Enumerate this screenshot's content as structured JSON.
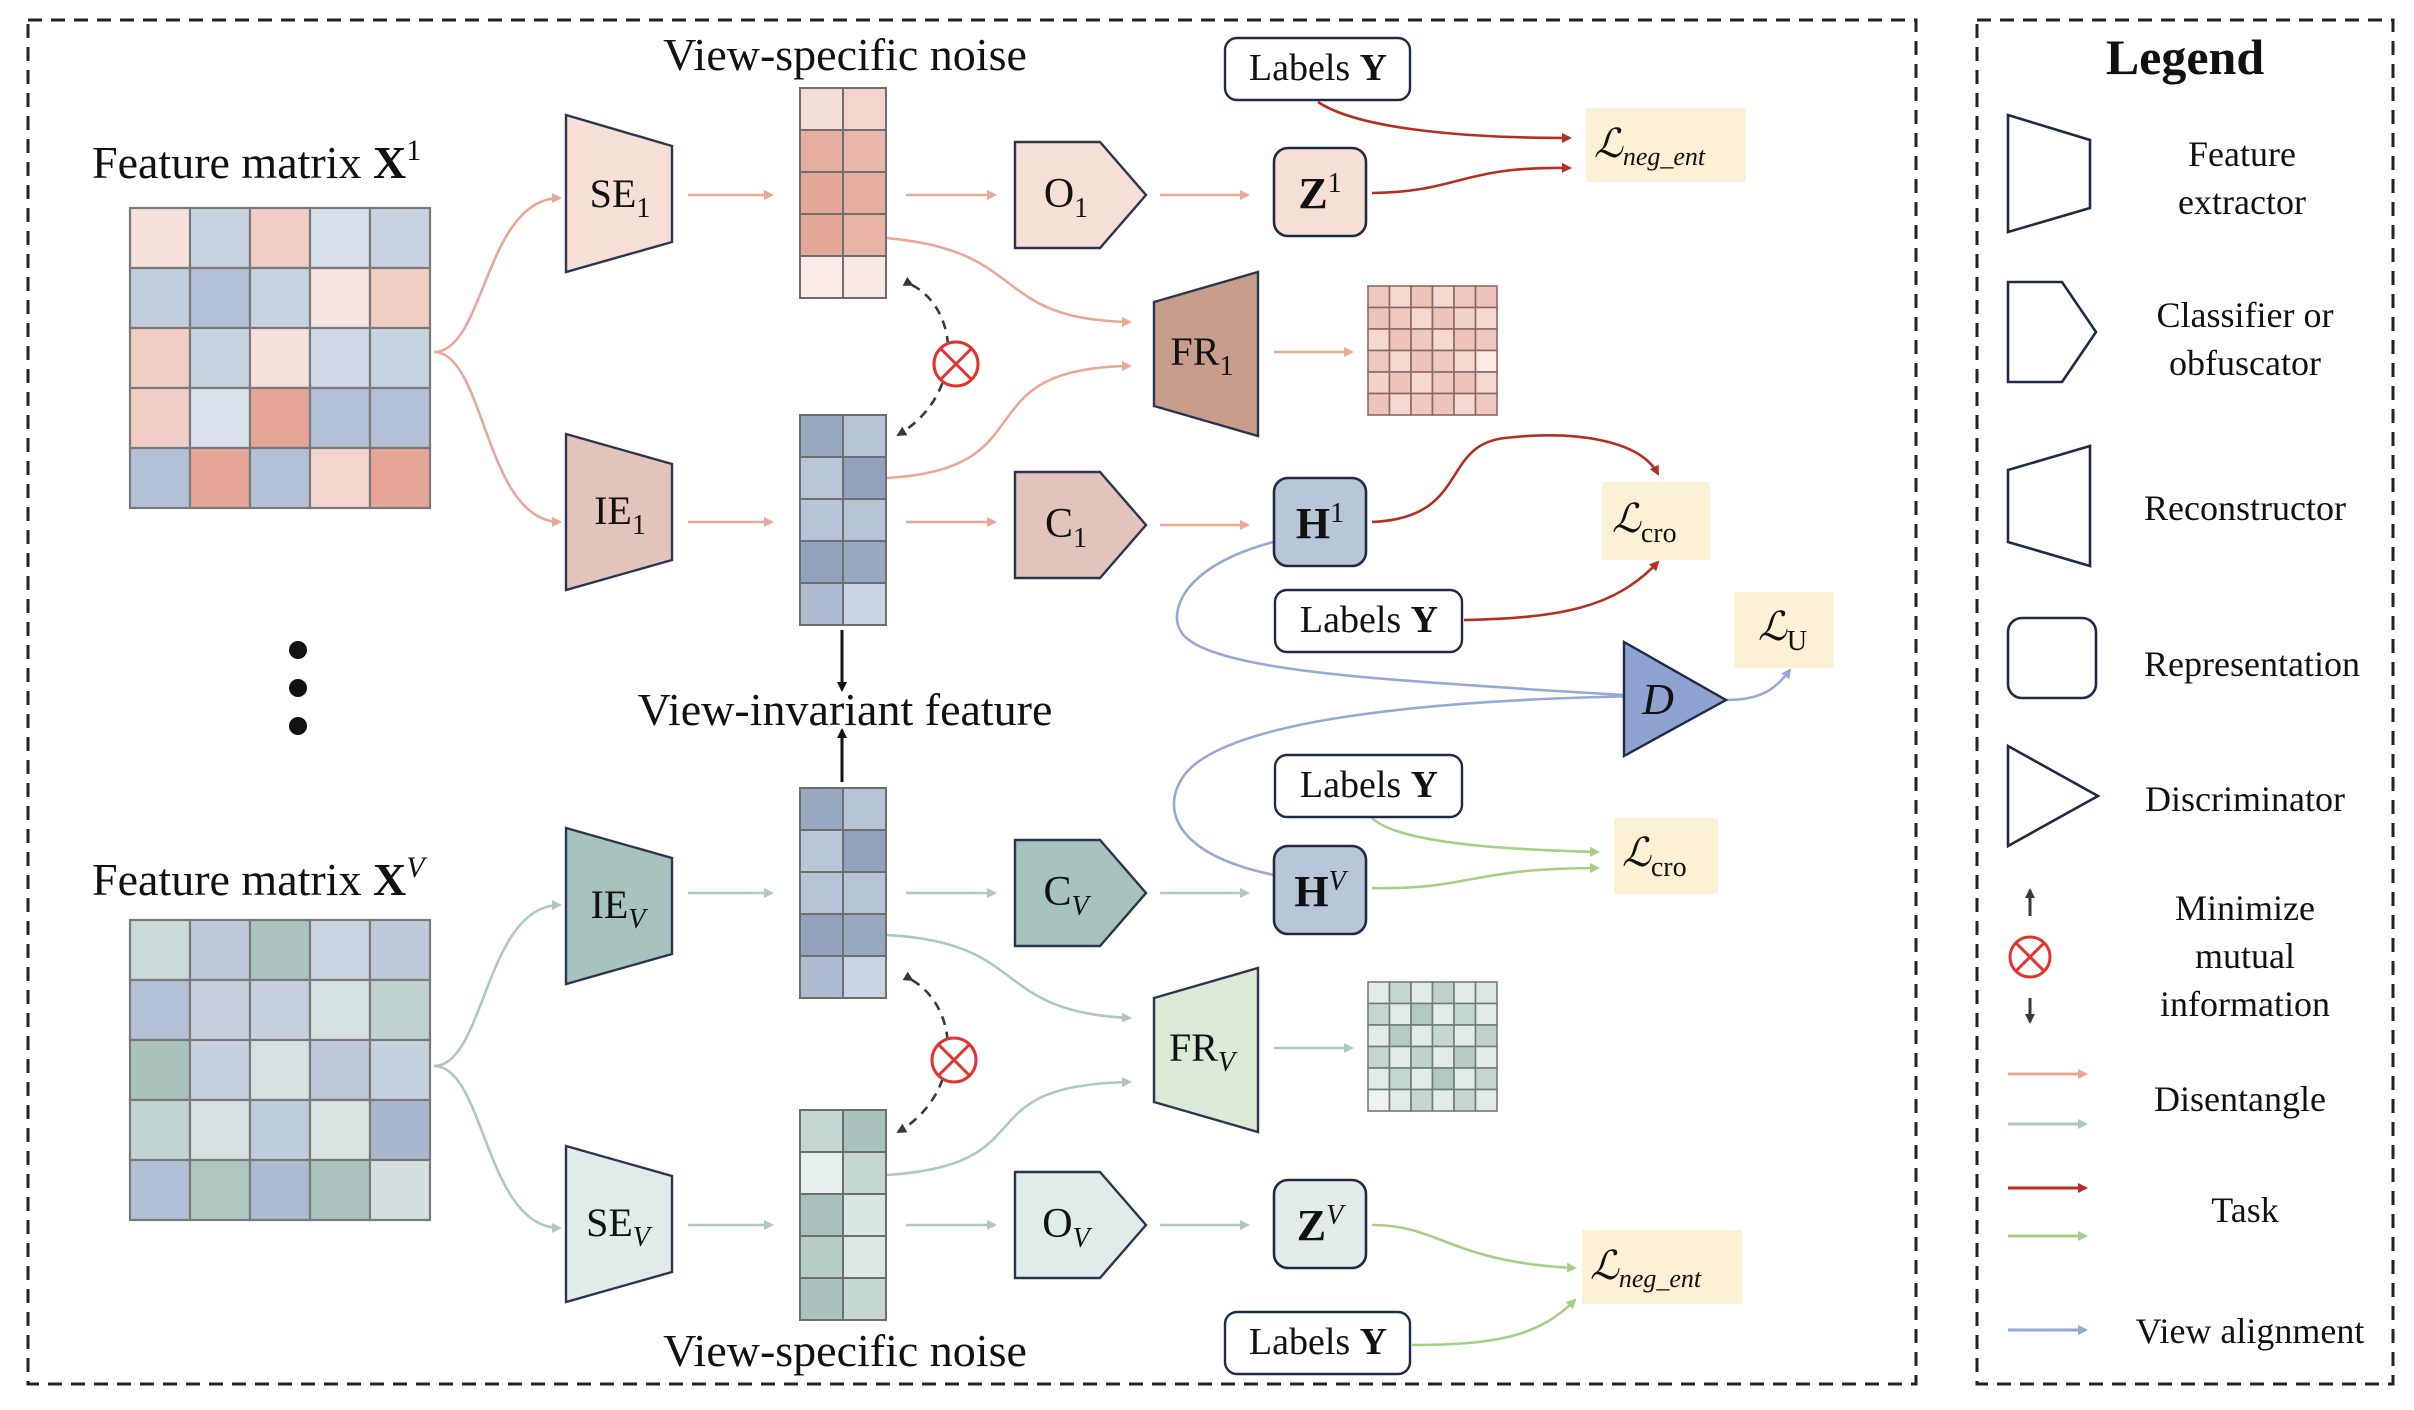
{
  "colors": {
    "disentangle_pink": "#E8A898",
    "disentangle_teal": "#AAC8C4",
    "task_red": "#B52E22",
    "task_green": "#A6CF86",
    "alignment_blue": "#95A8D6",
    "loss_fill": "#FCF1D4",
    "mi_marker": "#E0332E",
    "representation_stroke": "#1F2A44"
  },
  "view1": {
    "feature_matrix": {
      "prefix": "Feature matrix ",
      "symbol": "X",
      "sup": "1"
    },
    "matrix_cells": [
      [
        "#F6E1DD",
        "#C8D3E0",
        "#F0CEC6",
        "#D7DFEA",
        "#C8D2E0"
      ],
      [
        "#C3CEDD",
        "#B3C0D5",
        "#C8D3E0",
        "#F6E4E0",
        "#F0CEC6"
      ],
      [
        "#F0CEC6",
        "#C8D3E0",
        "#F6E0DB",
        "#D0D9E5",
        "#C8D3E0"
      ],
      [
        "#F0CEC6",
        "#D9E1EC",
        "#E5A698",
        "#B3C0D5",
        "#B3C0D5"
      ],
      [
        "#B3C0D5",
        "#E5A698",
        "#B3C0D5",
        "#F2D5CF",
        "#E5A698"
      ]
    ],
    "se": {
      "base": "SE",
      "sub": "1"
    },
    "ie": {
      "base": "IE",
      "sub": "1"
    },
    "o": {
      "base": "O",
      "sub": "1"
    },
    "c": {
      "base": "C",
      "sub": "1"
    },
    "fr": {
      "base": "FR",
      "sub": "1"
    },
    "z": {
      "base": "Z",
      "sup": "1"
    },
    "h": {
      "base": "H",
      "sup": "1"
    },
    "noise_label": "View-specific noise",
    "noise_cells": [
      "#F6DED8",
      "#F3D5CE",
      "#E6AE9F",
      "#EAB8AA",
      "#E4A898",
      "#E6AE9F",
      "#E4A898",
      "#E9B4A6",
      "#FAEBE7",
      "#F9E9E5"
    ],
    "invariant_cells": [
      "#98A8C1",
      "#B7C3D6",
      "#B9C5D8",
      "#92A2BD",
      "#B7C3D6",
      "#B7C3D6",
      "#92A2BD",
      "#98A8C1",
      "#AEBAD0",
      "#C9D3E1"
    ]
  },
  "viewV": {
    "feature_matrix": {
      "prefix": "Feature matrix ",
      "symbol": "X",
      "sup": "V"
    },
    "matrix_cells": [
      [
        "#CCD9D9",
        "#C0C9DA",
        "#ABC4BF",
        "#CAD3E0",
        "#C0C9DA"
      ],
      [
        "#B4C0D6",
        "#C8D0DE",
        "#C6D0DF",
        "#D6E2E1",
        "#BFD2CF"
      ],
      [
        "#A9C2BC",
        "#C6D0DF",
        "#D7E1E1",
        "#BFC9D9",
        "#C5D2DE"
      ],
      [
        "#C3D4D2",
        "#D7E1E1",
        "#C0CDDC",
        "#D9E3E2",
        "#AAB7CF"
      ],
      [
        "#B3BFD4",
        "#AEC7C0",
        "#AEBAD0",
        "#ABC4BF",
        "#D5DFE0"
      ]
    ],
    "se": {
      "base": "SE",
      "sub": "V"
    },
    "ie": {
      "base": "IE",
      "sub": "V"
    },
    "o": {
      "base": "O",
      "sub": "V"
    },
    "c": {
      "base": "C",
      "sub": "V"
    },
    "fr": {
      "base": "FR",
      "sub": "V"
    },
    "z": {
      "base": "Z",
      "sup": "V"
    },
    "h": {
      "base": "H",
      "sup": "V"
    },
    "noise_label": "View-specific noise",
    "invariant_cells": [
      "#98A8C1",
      "#B7C3D6",
      "#B9C5D8",
      "#92A2BD",
      "#B7C3D6",
      "#B7C3D6",
      "#92A2BD",
      "#98A8C1",
      "#AEBAD0",
      "#C9D3E1"
    ],
    "noise_cells": [
      "#C5D6D3",
      "#A9C1BC",
      "#E6EFEE",
      "#C5D6D3",
      "#A9C1BC",
      "#D9E6E4",
      "#B6CCC7",
      "#DCE7E5",
      "#A9C1BC",
      "#C6D7D3"
    ]
  },
  "fr_output_1": {
    "cells": [
      [
        "#EFC9C0",
        "#F4D8D1",
        "#EEC4BA",
        "#F4D8D1",
        "#EFC9C0",
        "#EEC4BA"
      ],
      [
        "#EEC4BA",
        "#EFC9C0",
        "#F4D8D1",
        "#EEC4BA",
        "#F2D2CA",
        "#F4D8D1"
      ],
      [
        "#F4D8D1",
        "#EEC4BA",
        "#EFC9C0",
        "#F4D8D1",
        "#EEC4BA",
        "#EFC9C0"
      ],
      [
        "#EFC9C0",
        "#F4D8D1",
        "#EEC4BA",
        "#EFC9C0",
        "#F4D8D1",
        "#FAEBE7"
      ],
      [
        "#F2D2CA",
        "#EEC4BA",
        "#F4D8D1",
        "#EFC9C0",
        "#EEC4BA",
        "#F4D8D1"
      ],
      [
        "#EEC4BA",
        "#F4D8D1",
        "#EFC9C0",
        "#EEC4BA",
        "#F4D8D1",
        "#EFC9C0"
      ]
    ]
  },
  "fr_output_v": {
    "cells": [
      [
        "#E3EBEA",
        "#C6D6D2",
        "#E3EBEA",
        "#C1D2CE",
        "#E3EBEA",
        "#DCE6E4"
      ],
      [
        "#C6D6D2",
        "#E3EBEA",
        "#B3C8C3",
        "#E3EBEA",
        "#C6D6D2",
        "#E3EBEA"
      ],
      [
        "#E3EBEA",
        "#B8CBC6",
        "#E3EBEA",
        "#C6D6D2",
        "#E3EBEA",
        "#C1D2CE"
      ],
      [
        "#C6D6D2",
        "#E3EBEA",
        "#C1D2CE",
        "#E3EBEA",
        "#B8CBC6",
        "#E3EBEA"
      ],
      [
        "#E3EBEA",
        "#C6D6D2",
        "#E3EBEA",
        "#B3C8C3",
        "#E3EBEA",
        "#C6D6D2"
      ],
      [
        "#EEF3F2",
        "#E3EBEA",
        "#C6D6D2",
        "#E3EBEA",
        "#C6D6D2",
        "#E3EBEA"
      ]
    ]
  },
  "shared": {
    "invariant_label": "View-invariant feature",
    "ellipsis": "⋮",
    "labels_prefix": "Labels ",
    "labels_symbol": "Y",
    "discriminator": "D"
  },
  "losses": {
    "script_l": "ℒ",
    "neg_ent_sub": "neg_ent",
    "cro_sub": "cro",
    "u_sub": "U"
  },
  "legend": {
    "title": "Legend",
    "feature_extractor": [
      "Feature",
      "extractor"
    ],
    "classifier": [
      "Classifier or",
      "obfuscator"
    ],
    "reconstructor": "Reconstructor",
    "representation": "Representation",
    "discriminator": "Discriminator",
    "minimize_mi": [
      "Minimize",
      "mutual",
      "information"
    ],
    "disentangle": "Disentangle",
    "task": "Task",
    "view_alignment": "View alignment"
  }
}
